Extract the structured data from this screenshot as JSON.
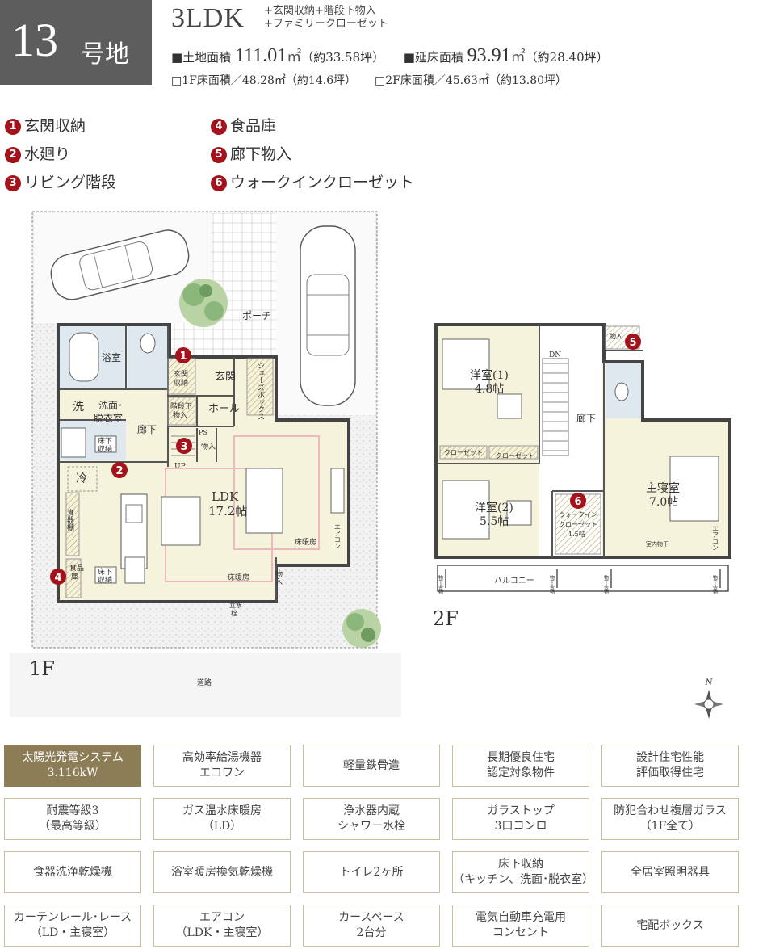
{
  "header": {
    "lot_number": "13",
    "lot_suffix": "号地",
    "layout_type": "3LDK",
    "layout_extra_line1": "+玄関収納+階段下物入",
    "layout_extra_line2": "+ファミリークローゼット",
    "land_label": "■土地面積",
    "land_value": "111.01",
    "land_unit": "㎡",
    "land_tsubo": "（約33.58坪）",
    "floor_label": "■延床面積",
    "floor_value": "93.91",
    "floor_unit": "㎡",
    "floor_tsubo": "（約28.40坪）",
    "floor1": "□1F床面積／48.28㎡（約14.6坪）",
    "floor2": "□2F床面積／45.63㎡（約13.80坪）"
  },
  "legend": [
    {
      "num": "1",
      "label": "玄関収納"
    },
    {
      "num": "2",
      "label": "水廻り"
    },
    {
      "num": "3",
      "label": "リビング階段"
    },
    {
      "num": "4",
      "label": "食品庫"
    },
    {
      "num": "5",
      "label": "廊下物入"
    },
    {
      "num": "6",
      "label": "ウォークインクローゼット"
    }
  ],
  "plan_1f": {
    "floor_label": "1F",
    "road": "道路",
    "porch": "ポーチ",
    "bath": "浴室",
    "wash_mark": "洗",
    "washroom_1": "洗面･",
    "washroom_2": "脱衣室",
    "underfloor_1": "床下",
    "underfloor_2": "収納",
    "entrance": "玄関",
    "entrance_storage_1": "玄関",
    "entrance_storage_2": "収納",
    "shoebox": "シューズボックス",
    "hall": "ホール",
    "corridor": "廊下",
    "stair_storage_1": "階段下",
    "stair_storage_2": "物入",
    "storage": "物入",
    "ps": "PS",
    "up": "UP",
    "fridge": "冷",
    "cupboard": "食器棚",
    "pantry_1": "食品",
    "pantry_2": "庫",
    "ldk_1": "LDK",
    "ldk_2": "17.2帖",
    "floor_heating": "床暖房",
    "aircon": "エアコン",
    "faucet_1": "立水",
    "faucet_2": "栓"
  },
  "plan_2f": {
    "floor_label": "2F",
    "dn": "DN",
    "room1_1": "洋室(1)",
    "room1_2": "4.8帖",
    "room2_1": "洋室(2)",
    "room2_2": "5.5帖",
    "master_1": "主寝室",
    "master_2": "7.0帖",
    "corridor": "廊下",
    "closet": "クローゼット",
    "wic_1": "ウォークイン",
    "wic_2": "クローゼット",
    "wic_3": "1.5帖",
    "storage": "物入",
    "indoor_dry": "室内物干",
    "aircon": "エアコン",
    "balcony": "バルコニー",
    "dry_pole": "物干金物"
  },
  "compass": "N",
  "features": [
    {
      "text": "太陽光発電システム\n3.116kW",
      "highlight": true
    },
    {
      "text": "高効率給湯機器\nエコワン",
      "highlight": false
    },
    {
      "text": "軽量鉄骨造",
      "highlight": false
    },
    {
      "text": "長期優良住宅\n認定対象物件",
      "highlight": false
    },
    {
      "text": "設計住宅性能\n評価取得住宅",
      "highlight": false
    },
    {
      "text": "耐震等級3\n（最高等級）",
      "highlight": false
    },
    {
      "text": "ガス温水床暖房\n（LD）",
      "highlight": false
    },
    {
      "text": "浄水器内蔵\nシャワー水栓",
      "highlight": false
    },
    {
      "text": "ガラストップ\n3口コンロ",
      "highlight": false
    },
    {
      "text": "防犯合わせ複層ガラス\n（1F全て）",
      "highlight": false
    },
    {
      "text": "食器洗浄乾燥機",
      "highlight": false
    },
    {
      "text": "浴室暖房換気乾燥機",
      "highlight": false
    },
    {
      "text": "トイレ2ヶ所",
      "highlight": false
    },
    {
      "text": "床下収納\n（キッチン、洗面･脱衣室）",
      "highlight": false
    },
    {
      "text": "全居室照明器具",
      "highlight": false
    },
    {
      "text": "カーテンレール･レース\n（LD・主寝室）",
      "highlight": false
    },
    {
      "text": "エアコン\n（LDK・主寝室）",
      "highlight": false
    },
    {
      "text": "カースペース\n2台分",
      "highlight": false
    },
    {
      "text": "電気自動車充電用\nコンセント",
      "highlight": false
    },
    {
      "text": "宅配ボックス",
      "highlight": false
    }
  ],
  "colors": {
    "accent_red": "#a4131c",
    "feature_highlight": "#8c7d57",
    "room_fill": "#f6f3dc",
    "wet_fill": "#dfe8ef",
    "badge_gray": "#5d5d5d"
  }
}
